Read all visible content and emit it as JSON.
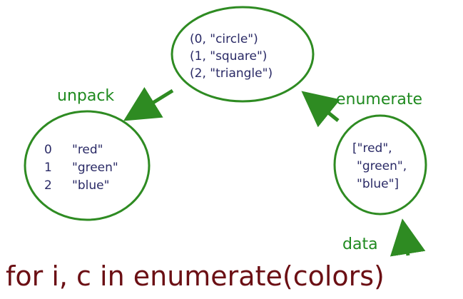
{
  "colors": {
    "node_stroke": "#2e8b22",
    "arrow": "#2e8b22",
    "edge_label": "#1f8a1f",
    "node_text": "#2a2a66",
    "caption": "#6b0f14"
  },
  "nodes": {
    "top": {
      "lines": [
        "(0, \"circle\")",
        "(1, \"square\")",
        "(2, \"triangle\")"
      ]
    },
    "left": {
      "rows": [
        {
          "index": "0",
          "value": "\"red\""
        },
        {
          "index": "1",
          "value": "\"green\""
        },
        {
          "index": "2",
          "value": "\"blue\""
        }
      ]
    },
    "right": {
      "lines": [
        "[\"red\",",
        "\"green\",",
        "\"blue\"]"
      ]
    }
  },
  "edges": {
    "unpack_label": "unpack",
    "enumerate_label": "enumerate",
    "data_label": "data"
  },
  "caption": "for i, c in enumerate(colors)"
}
